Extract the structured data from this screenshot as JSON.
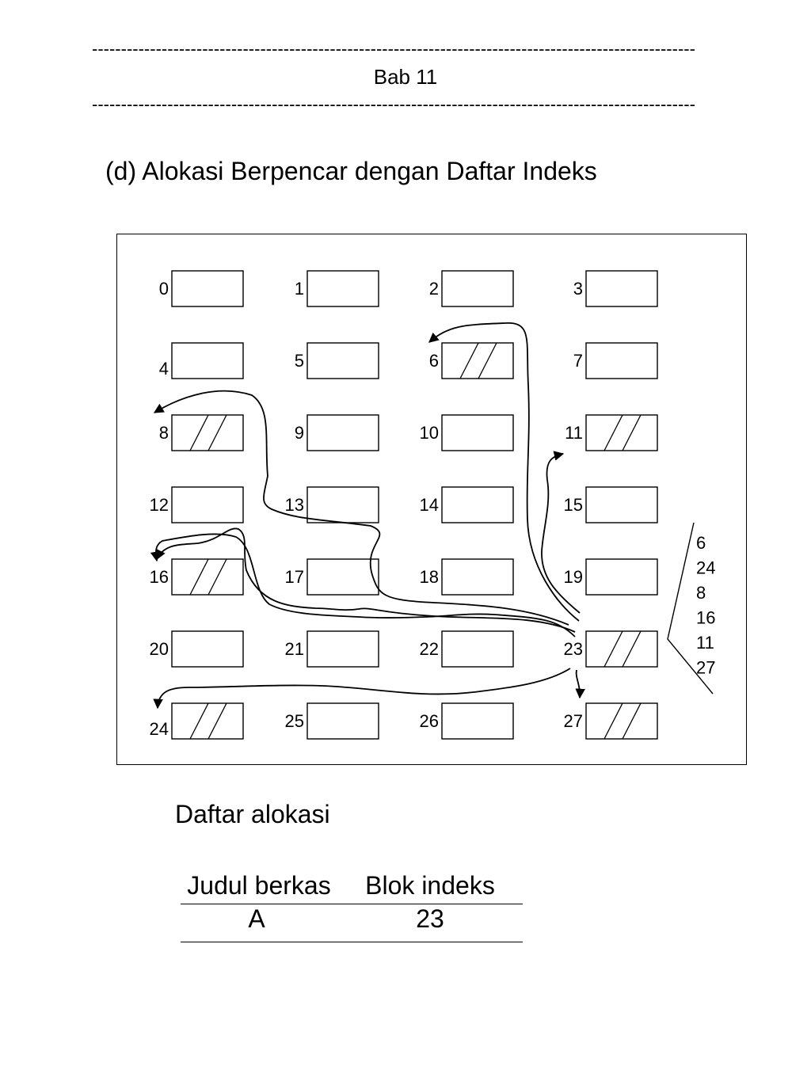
{
  "header": {
    "chapter": "Bab 11",
    "dash_line": "--------------------------------------------------------------------------------------------------------"
  },
  "section_title": "(d) Alokasi Berpencar dengan Daftar Indeks",
  "diagram": {
    "blocks": [
      {
        "label": "0",
        "used": false
      },
      {
        "label": "1",
        "used": false
      },
      {
        "label": "2",
        "used": false
      },
      {
        "label": "3",
        "used": false
      },
      {
        "label": "4",
        "used": false
      },
      {
        "label": "5",
        "used": false
      },
      {
        "label": "6",
        "used": true
      },
      {
        "label": "7",
        "used": false
      },
      {
        "label": "8",
        "used": true
      },
      {
        "label": "9",
        "used": false
      },
      {
        "label": "10",
        "used": false
      },
      {
        "label": "11",
        "used": true
      },
      {
        "label": "12",
        "used": false
      },
      {
        "label": "13",
        "used": false
      },
      {
        "label": "14",
        "used": false
      },
      {
        "label": "15",
        "used": false
      },
      {
        "label": "16",
        "used": true
      },
      {
        "label": "17",
        "used": false
      },
      {
        "label": "18",
        "used": false
      },
      {
        "label": "19",
        "used": false
      },
      {
        "label": "20",
        "used": false
      },
      {
        "label": "21",
        "used": false
      },
      {
        "label": "22",
        "used": false
      },
      {
        "label": "23",
        "used": true
      },
      {
        "label": "24",
        "used": true
      },
      {
        "label": "25",
        "used": false
      },
      {
        "label": "26",
        "used": false
      },
      {
        "label": "27",
        "used": true
      }
    ],
    "index_block": "23",
    "index_list": [
      "6",
      "24",
      "8",
      "16",
      "11",
      "27"
    ],
    "pointer_targets": [
      "6",
      "24",
      "8",
      "16",
      "11",
      "27"
    ]
  },
  "allocation": {
    "title": "Daftar alokasi",
    "headers": [
      "Judul berkas",
      "Blok indeks"
    ],
    "rows": [
      [
        "A",
        "23"
      ]
    ]
  },
  "colors": {
    "ink": "#000000",
    "paper": "#ffffff"
  }
}
